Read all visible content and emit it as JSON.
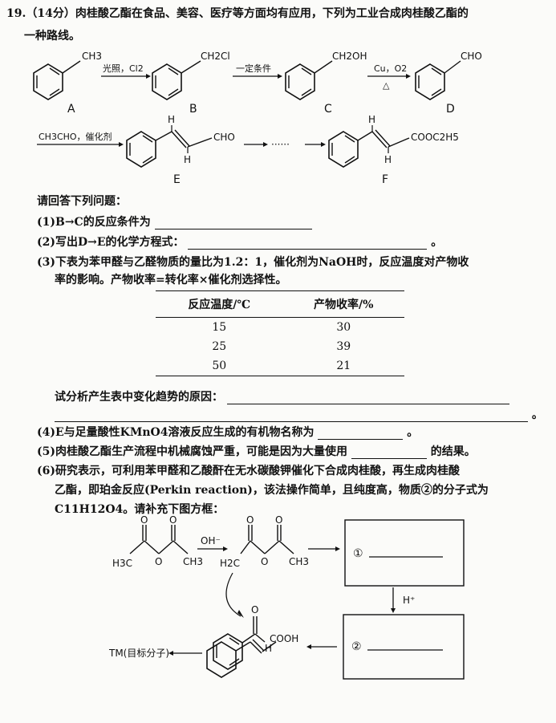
{
  "question": {
    "title_line1": "19.（14分）肉桂酸乙酯在食品、美容、医疗等方面均有应用，下列为工业合成肉桂酸乙酯的",
    "title_line2": "一种路线。"
  },
  "scheme1": {
    "A_sub": "CH3",
    "A_label": "A",
    "arrow1": "光照，Cl2",
    "B_sub": "CH2Cl",
    "B_label": "B",
    "arrow2": "一定条件",
    "C_sub": "CH2OH",
    "C_label": "C",
    "arrow3_top": "Cu，O2",
    "arrow3_bottom": "△",
    "D_sub": "CHO",
    "D_label": "D"
  },
  "scheme2": {
    "arrow4": "CH3CHO，催化剂",
    "E_H_top": "H",
    "E_H_bottom": "H",
    "E_sub": "CHO",
    "E_label": "E",
    "dots": "······",
    "F_H_top": "H",
    "F_H_bottom": "H",
    "F_sub": "COOC2H5",
    "F_label": "F"
  },
  "questions": {
    "intro": "请回答下列问题：",
    "q1": "(1)B→C的反应条件为",
    "q2": "(2)写出D→E的化学方程式：",
    "q2_end": "。",
    "q3_line1": "(3)下表为苯甲醛与乙醛物质的量比为1.2：1，催化剂为NaOH时，反应温度对产物收",
    "q3_line2": "率的影响。产物收率=转化率×催化剂选择性。",
    "q3_analysis": "试分析产生表中变化趋势的原因：",
    "q3_end": "。",
    "q4": "(4)E与足量酸性KMnO4溶液反应生成的有机物名称为",
    "q4_end": "。",
    "q5_a": "(5)肉桂酸乙酯生产流程中机械腐蚀严重，可能是因为大量使用",
    "q5_b": "的结果。",
    "q6_line1": "(6)研究表示，可利用苯甲醛和乙酸酐在无水碳酸钾催化下合成肉桂酸，再生成肉桂酸",
    "q6_line2": "乙酯，即珀金反应(Perkin reaction)，该法操作简单，且纯度高，物质②的分子式为",
    "q6_line3": "C11H12O4。请补充下图方框："
  },
  "table": {
    "headers": [
      "反应温度/℃",
      "产物收率/%"
    ],
    "rows": [
      [
        "15",
        "30"
      ],
      [
        "25",
        "39"
      ],
      [
        "50",
        "21"
      ]
    ]
  },
  "perkin": {
    "left_H3C": "H3C",
    "left_CH3": "CH3",
    "left_O": "O",
    "reagent": "OH⁻",
    "mid_H2C": "H2C",
    "mid_CH3": "CH3",
    "mid_O": "O",
    "benz_H": "H",
    "box1_label": "①",
    "box2_label": "②",
    "hplus": "H⁺",
    "product_sub": "COOH",
    "tm_label": "TM(目标分子)"
  }
}
